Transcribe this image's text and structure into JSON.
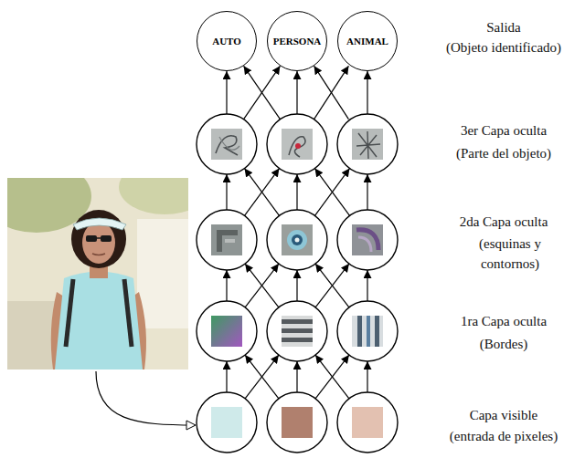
{
  "diagram": {
    "nodes": [
      {
        "text": [
          "AUTO"
        ]
      },
      {
        "text": [
          "PERSONA"
        ]
      },
      {
        "text": [
          "ANIMAL"
        ]
      }
    ],
    "labels": [
      "Salida",
      "(Objeto identificado)",
      "3er Capa oculta",
      "(Parte del objeto)",
      "2da Capa oculta",
      "(esquinas y contornos)",
      "1ra Capa oculta",
      "(Bordes)",
      "Capa visible",
      "(entrada de pixeles)"
    ]
  }
}
